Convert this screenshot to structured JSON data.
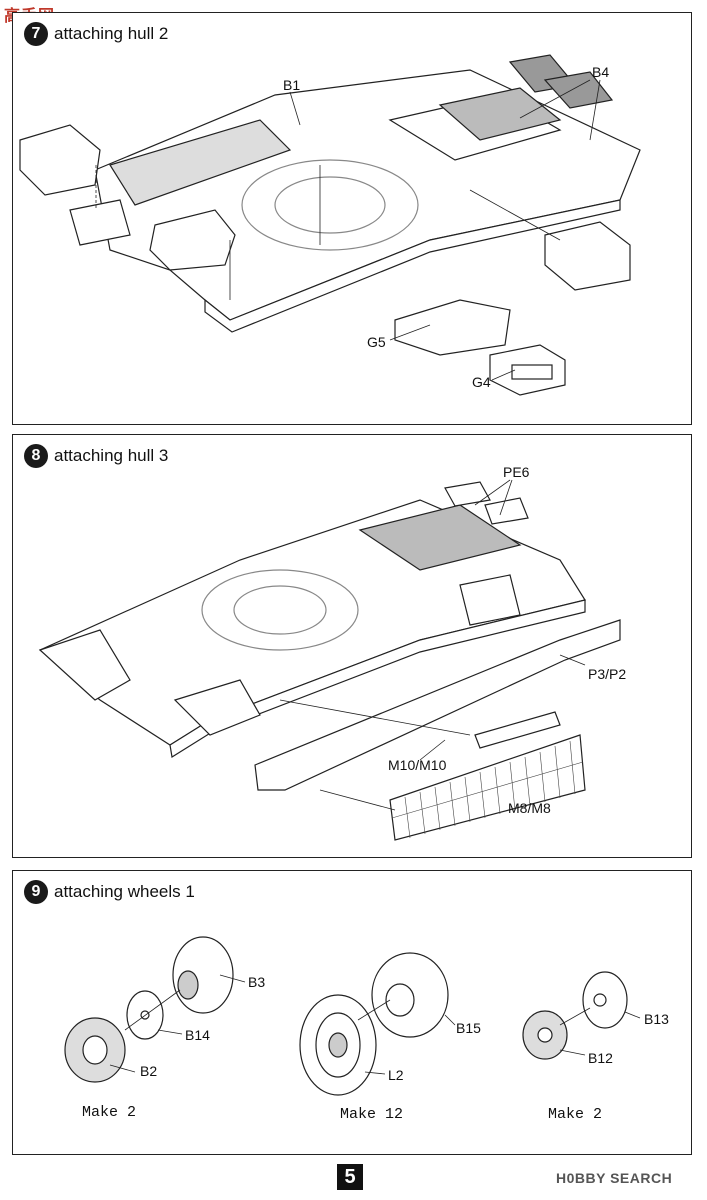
{
  "watermark": {
    "chinese": "高手网",
    "brand": "H0BBY SEARCH"
  },
  "page_number": "5",
  "steps": [
    {
      "title": "attaching hull 2",
      "number": "7",
      "labels": {
        "b1": "B1",
        "b4": "B4",
        "g5": "G5",
        "g4": "G4"
      }
    },
    {
      "title": "attaching hull 3",
      "number": "8",
      "labels": {
        "pe6": "PE6",
        "p3p2": "P3/P2",
        "m10": "M10/M10",
        "m8": "M8/M8"
      }
    },
    {
      "title": "attaching wheels 1",
      "number": "9",
      "labels": {
        "b3": "B3",
        "b14": "B14",
        "b2": "B2",
        "b15": "B15",
        "l2": "L2",
        "b13": "B13",
        "b12": "B12"
      },
      "makes": [
        "Make 2",
        "Make 12",
        "Make 2"
      ]
    }
  ]
}
